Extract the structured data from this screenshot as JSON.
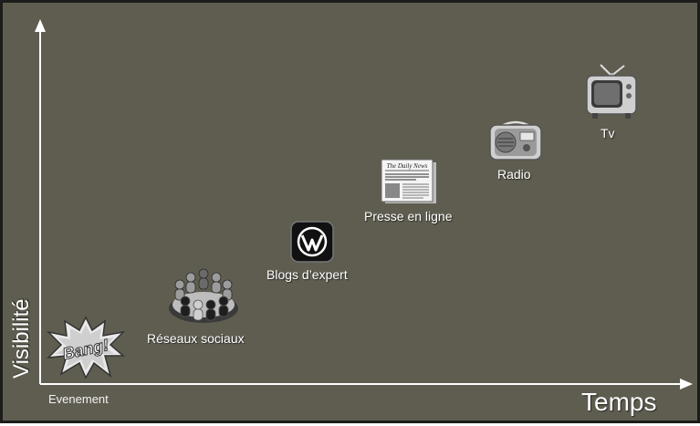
{
  "diagram": {
    "y_axis_title": "Visibilité",
    "x_axis_title": "Temps",
    "origin_label": "Evenement",
    "steps": [
      {
        "label": "Bang!",
        "icon": "bang-burst-icon"
      },
      {
        "label": "Réseaux sociaux",
        "icon": "social-network-crowd-icon"
      },
      {
        "label": "Blogs d’expert",
        "icon": "wordpress-icon"
      },
      {
        "label": "Presse en ligne",
        "icon": "newspaper-icon"
      },
      {
        "label": "Radio",
        "icon": "radio-icon"
      },
      {
        "label": "Tv",
        "icon": "tv-icon"
      }
    ],
    "newspaper_masthead": "The Daily News",
    "colors": {
      "background": "#5f5d50",
      "axis": "#ffffff",
      "border": "#1c1c1a"
    }
  }
}
